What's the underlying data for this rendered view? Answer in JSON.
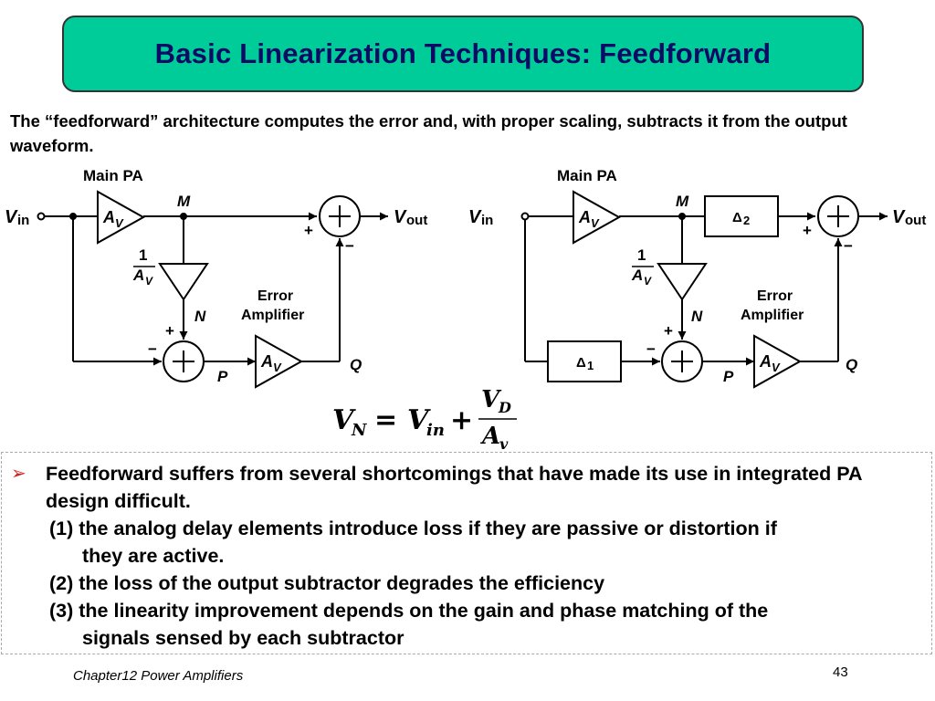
{
  "slide": {
    "title": "Basic Linearization Techniques: Feedforward",
    "intro": "The “feedforward” architecture computes the error and, with proper scaling, subtracts it from the output waveform.",
    "footer": "Chapter12 Power Amplifiers",
    "page_number": "43"
  },
  "diagram": {
    "main_pa": "Main PA",
    "node_m": "M",
    "node_n": "N",
    "node_p": "P",
    "node_q": "Q",
    "vin_base": "V",
    "vin_sub": "in",
    "vout_base": "V",
    "vout_sub": "out",
    "gain_base": "A",
    "gain_sub": "V",
    "fraction_num": "1",
    "error_amp_line1": "Error",
    "error_amp_line2": "Amplifier",
    "plus": "+",
    "minus": "−",
    "delay1": "Δ",
    "delay1_num": "1",
    "delay2": "Δ",
    "delay2_num": "2"
  },
  "equation": {
    "lhs_base": "V",
    "lhs_sub": "N",
    "equals": "=",
    "rhs_base": "V",
    "rhs_sub": "in",
    "plus": "+",
    "num_base": "V",
    "num_sub": "D",
    "den_base": "A",
    "den_sub": "v"
  },
  "bullets": {
    "marker": "➢",
    "main": "Feedforward suffers from several shortcomings that have made its use in integrated PA design difficult.",
    "item1_line1": "(1) the analog delay elements introduce loss if they are passive or distortion if",
    "item1_line2": "they are active.",
    "item2": "(2) the loss of the output subtractor degrades the efficiency",
    "item3_line1": "(3) the linearity improvement depends on the gain and phase matching of the",
    "item3_line2": "signals sensed by each subtractor"
  }
}
